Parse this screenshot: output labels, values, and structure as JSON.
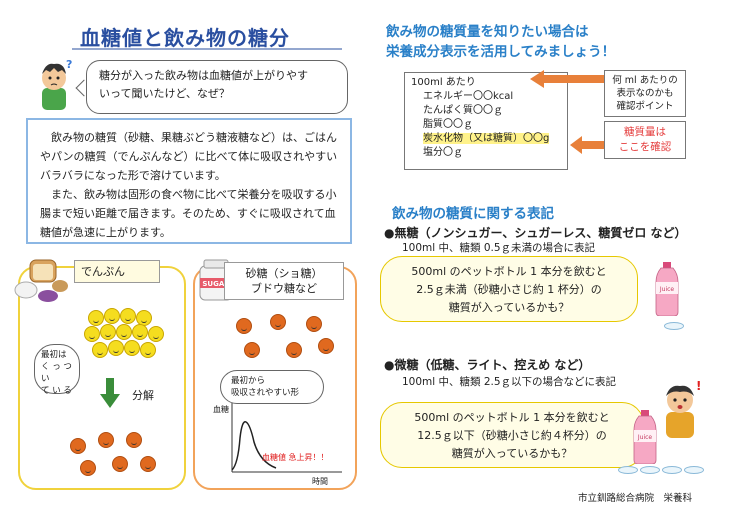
{
  "left": {
    "title": "血糖値と飲み物の糖分",
    "speech": [
      "糖分が入った飲み物は血糖値が上がりやす",
      "いって聞いたけど、なぜ？"
    ],
    "explain": [
      "飲み物の糖質（砂糖、果糖ぶどう糖液糖など）は、ごはんやパンの糖質（でんぷんなど）に比べて体に吸収されやすいバラバラになった形で溶けています。",
      "また、飲み物は固形の食べ物に比べて栄養分を吸収する小腸まで短い距離で届きます。そのため、すぐに吸収されて血糖値が急速に上がります。"
    ],
    "starch_label": "でんぷん",
    "starch_bubble": [
      "最初は",
      "く っ つ い",
      "て い る"
    ],
    "bunkai": "分解",
    "sugar_label": [
      "砂糖（ショ糖）",
      "ブドウ糖など"
    ],
    "sugar_bubble": [
      "最初から",
      "吸収されやすい形"
    ],
    "axis_y": "血糖",
    "axis_x": "時間",
    "spike": "血糖値 急上昇！！",
    "sugar_word": "SUGAR"
  },
  "right": {
    "title1": "飲み物の糖質量を知りたい場合は",
    "title2": "栄養成分表示を活用してみましょう！",
    "label_rows": [
      "100ml あたり",
      "エネルギー〇〇kcal",
      "たんぱく質〇〇ｇ",
      "脂質〇〇ｇ",
      "炭水化物（又は糖質）〇〇g",
      "塩分〇ｇ"
    ],
    "note1": [
      "何 ml あたりの",
      "表示なのかも",
      "確認ポイント"
    ],
    "note2": [
      "糖質量は",
      "ここを確認"
    ],
    "section_title": "飲み物の糖質に関する表記",
    "muto_head": "●無糖（ノンシュガー、シュガーレス、糖質ゼロ など）",
    "muto_sub": "100ml 中、糖類 0.5ｇ未満の場合に表記",
    "muto_bubble": [
      "500ml のペットボトル 1 本分を飲むと",
      "2.5ｇ未満（砂糖小さじ約 1 杯分）の",
      "糖質が入っているかも？"
    ],
    "bito_head": "●微糖（低糖、ライト、控えめ など）",
    "bito_sub": "100ml 中、糖類 2.5ｇ以下の場合などに表記",
    "bito_bubble": [
      "500ml のペットボトル 1 本分を飲むと",
      "12.5ｇ以下（砂糖小さじ約４杯分）の",
      "糖質が入っているかも？"
    ],
    "bottle_word": "Juice",
    "footer": "市立釧路総合病院　栄養科"
  },
  "colors": {
    "title_blue": "#2a4fa0",
    "subtitle_blue": "#2a80c8",
    "starch_border": "#f0d23c",
    "sugar_border": "#f2a35a",
    "explain_border": "#8cb7e4",
    "arrow_orange": "#e8803a",
    "alert_red": "#e43b3b"
  }
}
